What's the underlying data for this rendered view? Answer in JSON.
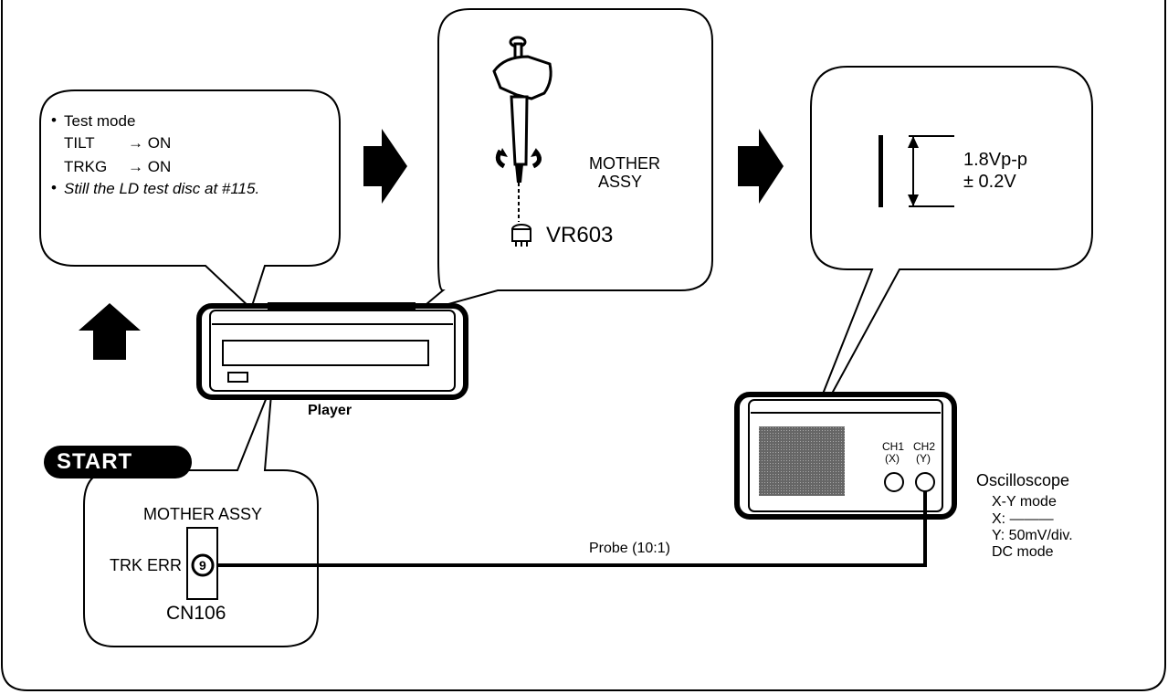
{
  "test_mode": {
    "bullet": "•",
    "title": "Test mode",
    "tilt_label": "TILT",
    "tilt_value": "→ ON",
    "trkg_label": "TRKG",
    "trkg_value": "→ ON",
    "still_text": "Still the LD test disc at #115."
  },
  "adjust": {
    "assy_line1": "MOTHER",
    "assy_line2": "ASSY",
    "vr_label": "VR603"
  },
  "waveform": {
    "amplitude": "1.8Vp-p",
    "tolerance": "± 0.2V"
  },
  "player": {
    "label": "Player"
  },
  "start": {
    "badge": "START",
    "assy_label": "MOTHER ASSY",
    "signal_label": "TRK ERR",
    "pin_number": "9",
    "connector_label": "CN106"
  },
  "probe": {
    "label": "Probe (10:1)"
  },
  "oscilloscope": {
    "ch1_label": "CH1",
    "ch1_axis": "(X)",
    "ch2_label": "CH2",
    "ch2_axis": "(Y)",
    "title": "Oscilloscope",
    "settings": [
      "X-Y mode",
      "X: ———",
      "Y: 50mV/div.",
      "DC mode"
    ]
  }
}
